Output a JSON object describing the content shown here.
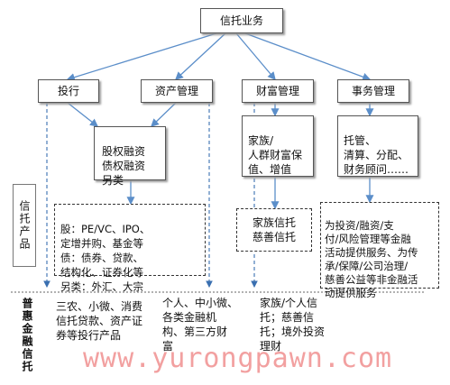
{
  "root": {
    "label": "信托业务"
  },
  "categories": [
    {
      "key": "invest",
      "label": "投行"
    },
    {
      "key": "asset",
      "label": "资产管理"
    },
    {
      "key": "wealth",
      "label": "财富管理"
    },
    {
      "key": "affairs",
      "label": "事务管理"
    }
  ],
  "mid": {
    "invest_asset": "股权融资\n债权融资\n另类",
    "wealth": "家族/\n人群财富保\n值、增值",
    "affairs": "托管、\n清算、分配、\n财务顾问……"
  },
  "products_label": "信托产品",
  "products": {
    "invest_asset": "股：PE/VC、IPO、\n定增并购、基金等\n债：债券、贷款、\n结构化、证券化等\n另类：外汇、大宗",
    "wealth": "家族信托\n慈善信托",
    "affairs": "为投资/融资/支\n付/风险管理等金融\n活动提供服务、为传\n承/保障/公司治理/\n慈善公益等非金融活\n动提供服务"
  },
  "inclusive_label": "普惠金融信托",
  "inclusive": {
    "col1": "三农、小微、消费\n信托贷款、资产证\n券等投行产品",
    "col2": "个人、中小微、\n各类金融机\n构、第三方财\n富",
    "col3": "家族/个人信\n托；慈善信\n托；境外投资\n理财"
  },
  "watermark": "www.yurongpawn.com"
}
